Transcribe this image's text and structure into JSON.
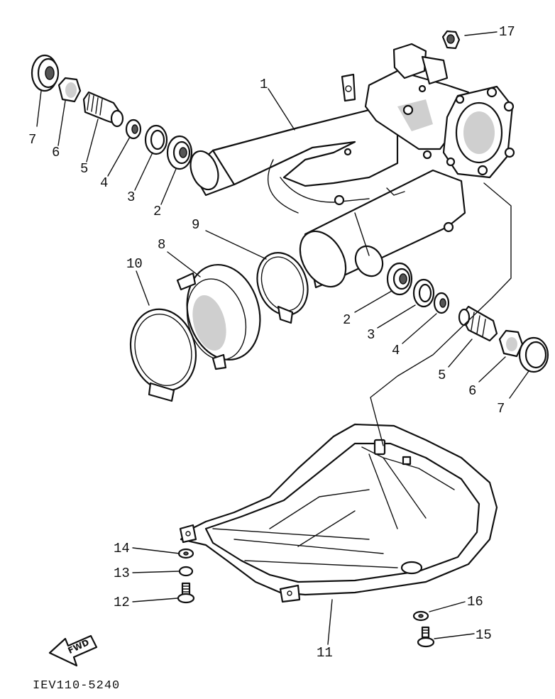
{
  "diagram": {
    "drawing_code": "IEV110-5240",
    "direction_badge": "FWD",
    "callouts": [
      {
        "id": "c17",
        "text": "17"
      },
      {
        "id": "c1",
        "text": "1"
      },
      {
        "id": "c7a",
        "text": "7"
      },
      {
        "id": "c6a",
        "text": "6"
      },
      {
        "id": "c5a",
        "text": "5"
      },
      {
        "id": "c4a",
        "text": "4"
      },
      {
        "id": "c3a",
        "text": "3"
      },
      {
        "id": "c2a",
        "text": "2"
      },
      {
        "id": "c9",
        "text": "9"
      },
      {
        "id": "c8",
        "text": "8"
      },
      {
        "id": "c10",
        "text": "10"
      },
      {
        "id": "c2b",
        "text": "2"
      },
      {
        "id": "c3b",
        "text": "3"
      },
      {
        "id": "c4b",
        "text": "4"
      },
      {
        "id": "c5b",
        "text": "5"
      },
      {
        "id": "c6b",
        "text": "6"
      },
      {
        "id": "c7b",
        "text": "7"
      },
      {
        "id": "c14",
        "text": "14"
      },
      {
        "id": "c13",
        "text": "13"
      },
      {
        "id": "c12",
        "text": "12"
      },
      {
        "id": "c11",
        "text": "11"
      },
      {
        "id": "c16",
        "text": "16"
      },
      {
        "id": "c15",
        "text": "15"
      }
    ]
  }
}
